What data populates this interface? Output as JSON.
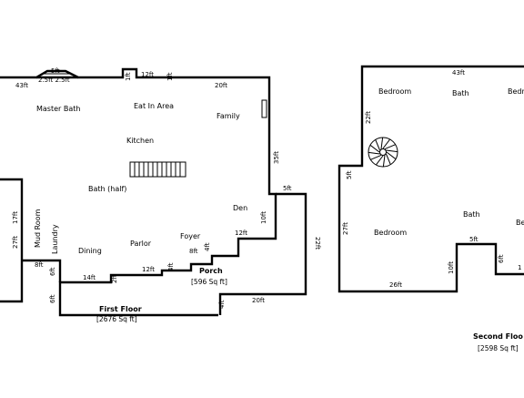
{
  "first_floor": {
    "caption": "First Floor",
    "area": "[2676 Sq ft]",
    "rooms": {
      "master_bath": "Master Bath",
      "eat_in_area": "Eat In Area",
      "family": "Family",
      "kitchen": "Kitchen",
      "bath_half": "Bath (half)",
      "den": "Den",
      "mud_room": "Mud Room",
      "laundry": "Laundry",
      "foyer": "Foyer",
      "dining": "Dining",
      "parlor": "Parlor"
    },
    "dims": {
      "d_43ft": "43ft",
      "d_5ft_top": "5ft",
      "d_25ft_slant": "2.5ft 2.5ft",
      "d_1ft_a": "1ft",
      "d_12ft_top": "12ft",
      "d_1ft_b": "1ft",
      "d_20ft_top": "20ft",
      "d_35ft": "35ft",
      "d_5ft_right": "5ft",
      "d_10ft": "10ft",
      "d_12ft_den": "12ft",
      "d_4ft_foyer": "4ft",
      "d_8ft_foyer": "8ft",
      "d_4ft_parlor": "4ft",
      "d_12ft_parlor": "12ft",
      "d_2ft": "2ft",
      "d_14ft": "14ft",
      "d_6ft_mud": "6ft",
      "d_8ft_mud": "8ft",
      "d_6ft_low": "6ft",
      "d_17ft": "17ft",
      "d_27ft": "27ft"
    }
  },
  "porch": {
    "caption": "Porch",
    "area": "[596 Sq ft]",
    "dims": {
      "d_22ft": "22ft",
      "d_20ft": "20ft",
      "d_4ft": "4ft"
    }
  },
  "second_floor": {
    "caption": "Second Floo",
    "area": "[2598 Sq ft]",
    "rooms": {
      "bedroom_top": "Bedroom",
      "bath_top": "Bath",
      "bedroom_top_right": "Bedr",
      "bath_mid": "Bath",
      "bedroom_main": "Bedroom",
      "bedroom_right": "Be"
    },
    "dims": {
      "d_43ft": "43ft",
      "d_22ft": "22ft",
      "d_5ft_left": "5ft",
      "d_27ft": "27ft",
      "d_26ft": "26ft",
      "d_10ft": "10ft",
      "d_5ft_step": "5ft",
      "d_6ft": "6ft",
      "d_1_cut": "1"
    }
  }
}
